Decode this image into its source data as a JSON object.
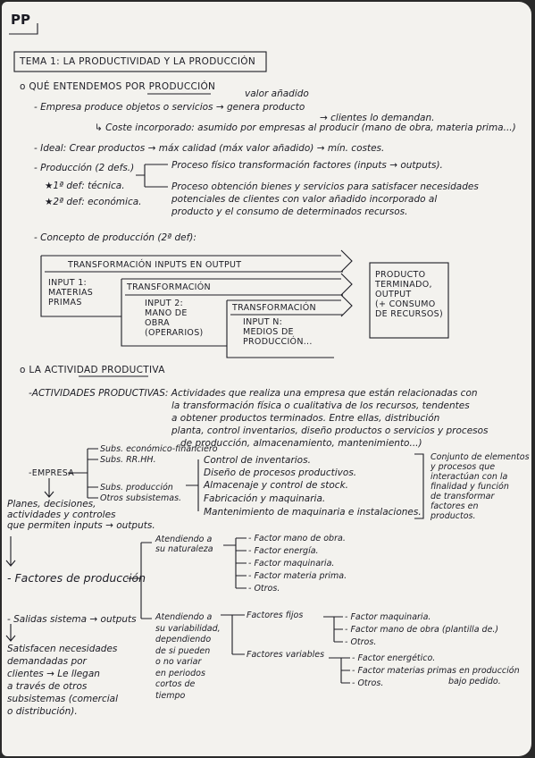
{
  "corner": "PP",
  "title": "TEMA 1: LA PRODUCTIVIDAD Y LA PRODUCCIÓN",
  "s1": {
    "heading": "o QUÉ ENTENDEMOS POR PRODUCCIÓN",
    "valor": "valor añadido",
    "empresa": "- Empresa produce objetos o servicios → genera producto",
    "clientes": "→ clientes lo demandan.",
    "coste": "↳ Coste incorporado: asumido por empresas al producir (mano de obra, materia prima...)",
    "ideal": "- Ideal: Crear productos → máx calidad (máx valor añadido) → mín. costes.",
    "produccion": "- Producción (2 defs.)",
    "def1": "★1ª def: técnica.",
    "def2": "★2ª def: económica.",
    "proc1": "Proceso físico transformación factores (inputs → outputs).",
    "proc2a": "Proceso obtención bienes y servicios para satisfacer necesidades",
    "proc2b": "potenciales de clientes con valor añadido incorporado al",
    "proc2c": "producto y el consumo de determinados recursos.",
    "concepto": "- Concepto de producción (2ª def):"
  },
  "diagram": {
    "t1": "TRANSFORMACIÓN INPUTS EN OUTPUT",
    "input1": "INPUT 1:\nMATERIAS\nPRIMAS",
    "t2": "TRANSFORMACIÓN",
    "input2": "INPUT 2:\nMANO DE\nOBRA\n(OPERARIOS)",
    "t3": "TRANSFORMACIÓN",
    "inputn": "INPUT N:\nMEDIOS DE\nPRODUCCIÓN...",
    "producto": "PRODUCTO\nTERMINADO,\nOUTPUT\n(+ CONSUMO\nDE RECURSOS)"
  },
  "s2": {
    "heading": "o LA ACTIVIDAD PRODUCTIVA",
    "act1": "-ACTIVIDADES PRODUCTIVAS: Actividades que realiza una empresa que están relacionadas con",
    "act2": "la transformación física o cualitativa de los recursos, tendentes",
    "act3": "a obtener productos terminados. Entre ellas, distribución",
    "act4": "planta, control inventarios, diseño productos o servicios y procesos",
    "act5": "de producción, almacenamiento, mantenimiento...)",
    "empresa": "-EMPRESA",
    "sub1": "Subs. económico-financiero",
    "sub2": "Subs. RR.HH.",
    "sub3": "Subs. producción",
    "sub4": "Otros subsistemas.",
    "ctl1": "Control de inventarios.",
    "ctl2": "Diseño de procesos productivos.",
    "ctl3": "Almacenaje y control de stock.",
    "ctl4": "Fabricación y maquinaria.",
    "ctl5": "Mantenimiento de maquinaria e instalaciones.",
    "conj": "Conjunto de elementos\ny procesos que\ninteractúan con la\nfinalidad y función\nde transformar\nfactores en\nproductos.",
    "planes": "Planes, decisiones,\nactividades y controles\nque permiten inputs → outputs.",
    "factores": "- Factores de producción",
    "naturaleza": "Atendiendo a\nsu naturaleza",
    "nat1": "- Factor mano de obra.",
    "nat2": "- Factor energía.",
    "nat3": "- Factor maquinaria.",
    "nat4": "- Factor materia prima.",
    "nat5": "- Otros.",
    "salidas": "- Salidas sistema → outputs",
    "satisfacen": "Satisfacen necesidades\ndemandadas por\nclientes → Le llegan\na través de otros\nsubsistemas (comercial\no distribución).",
    "variabilidad": "Atendiendo a\nsu variabilidad,\ndependiendo\nde si pueden\no no variar\nen periodos\ncortos de\ntiempo",
    "fijos": "Factores fijos",
    "fij1": "- Factor maquinaria.",
    "fij2": "- Factor mano de obra (plantilla de.)",
    "fij3": "- Otros.",
    "variables": "Factores variables",
    "var1": "- Factor energético.",
    "var2": "- Factor materias primas en producción",
    "var2b": "bajo pedido.",
    "var3": "- Otros."
  }
}
